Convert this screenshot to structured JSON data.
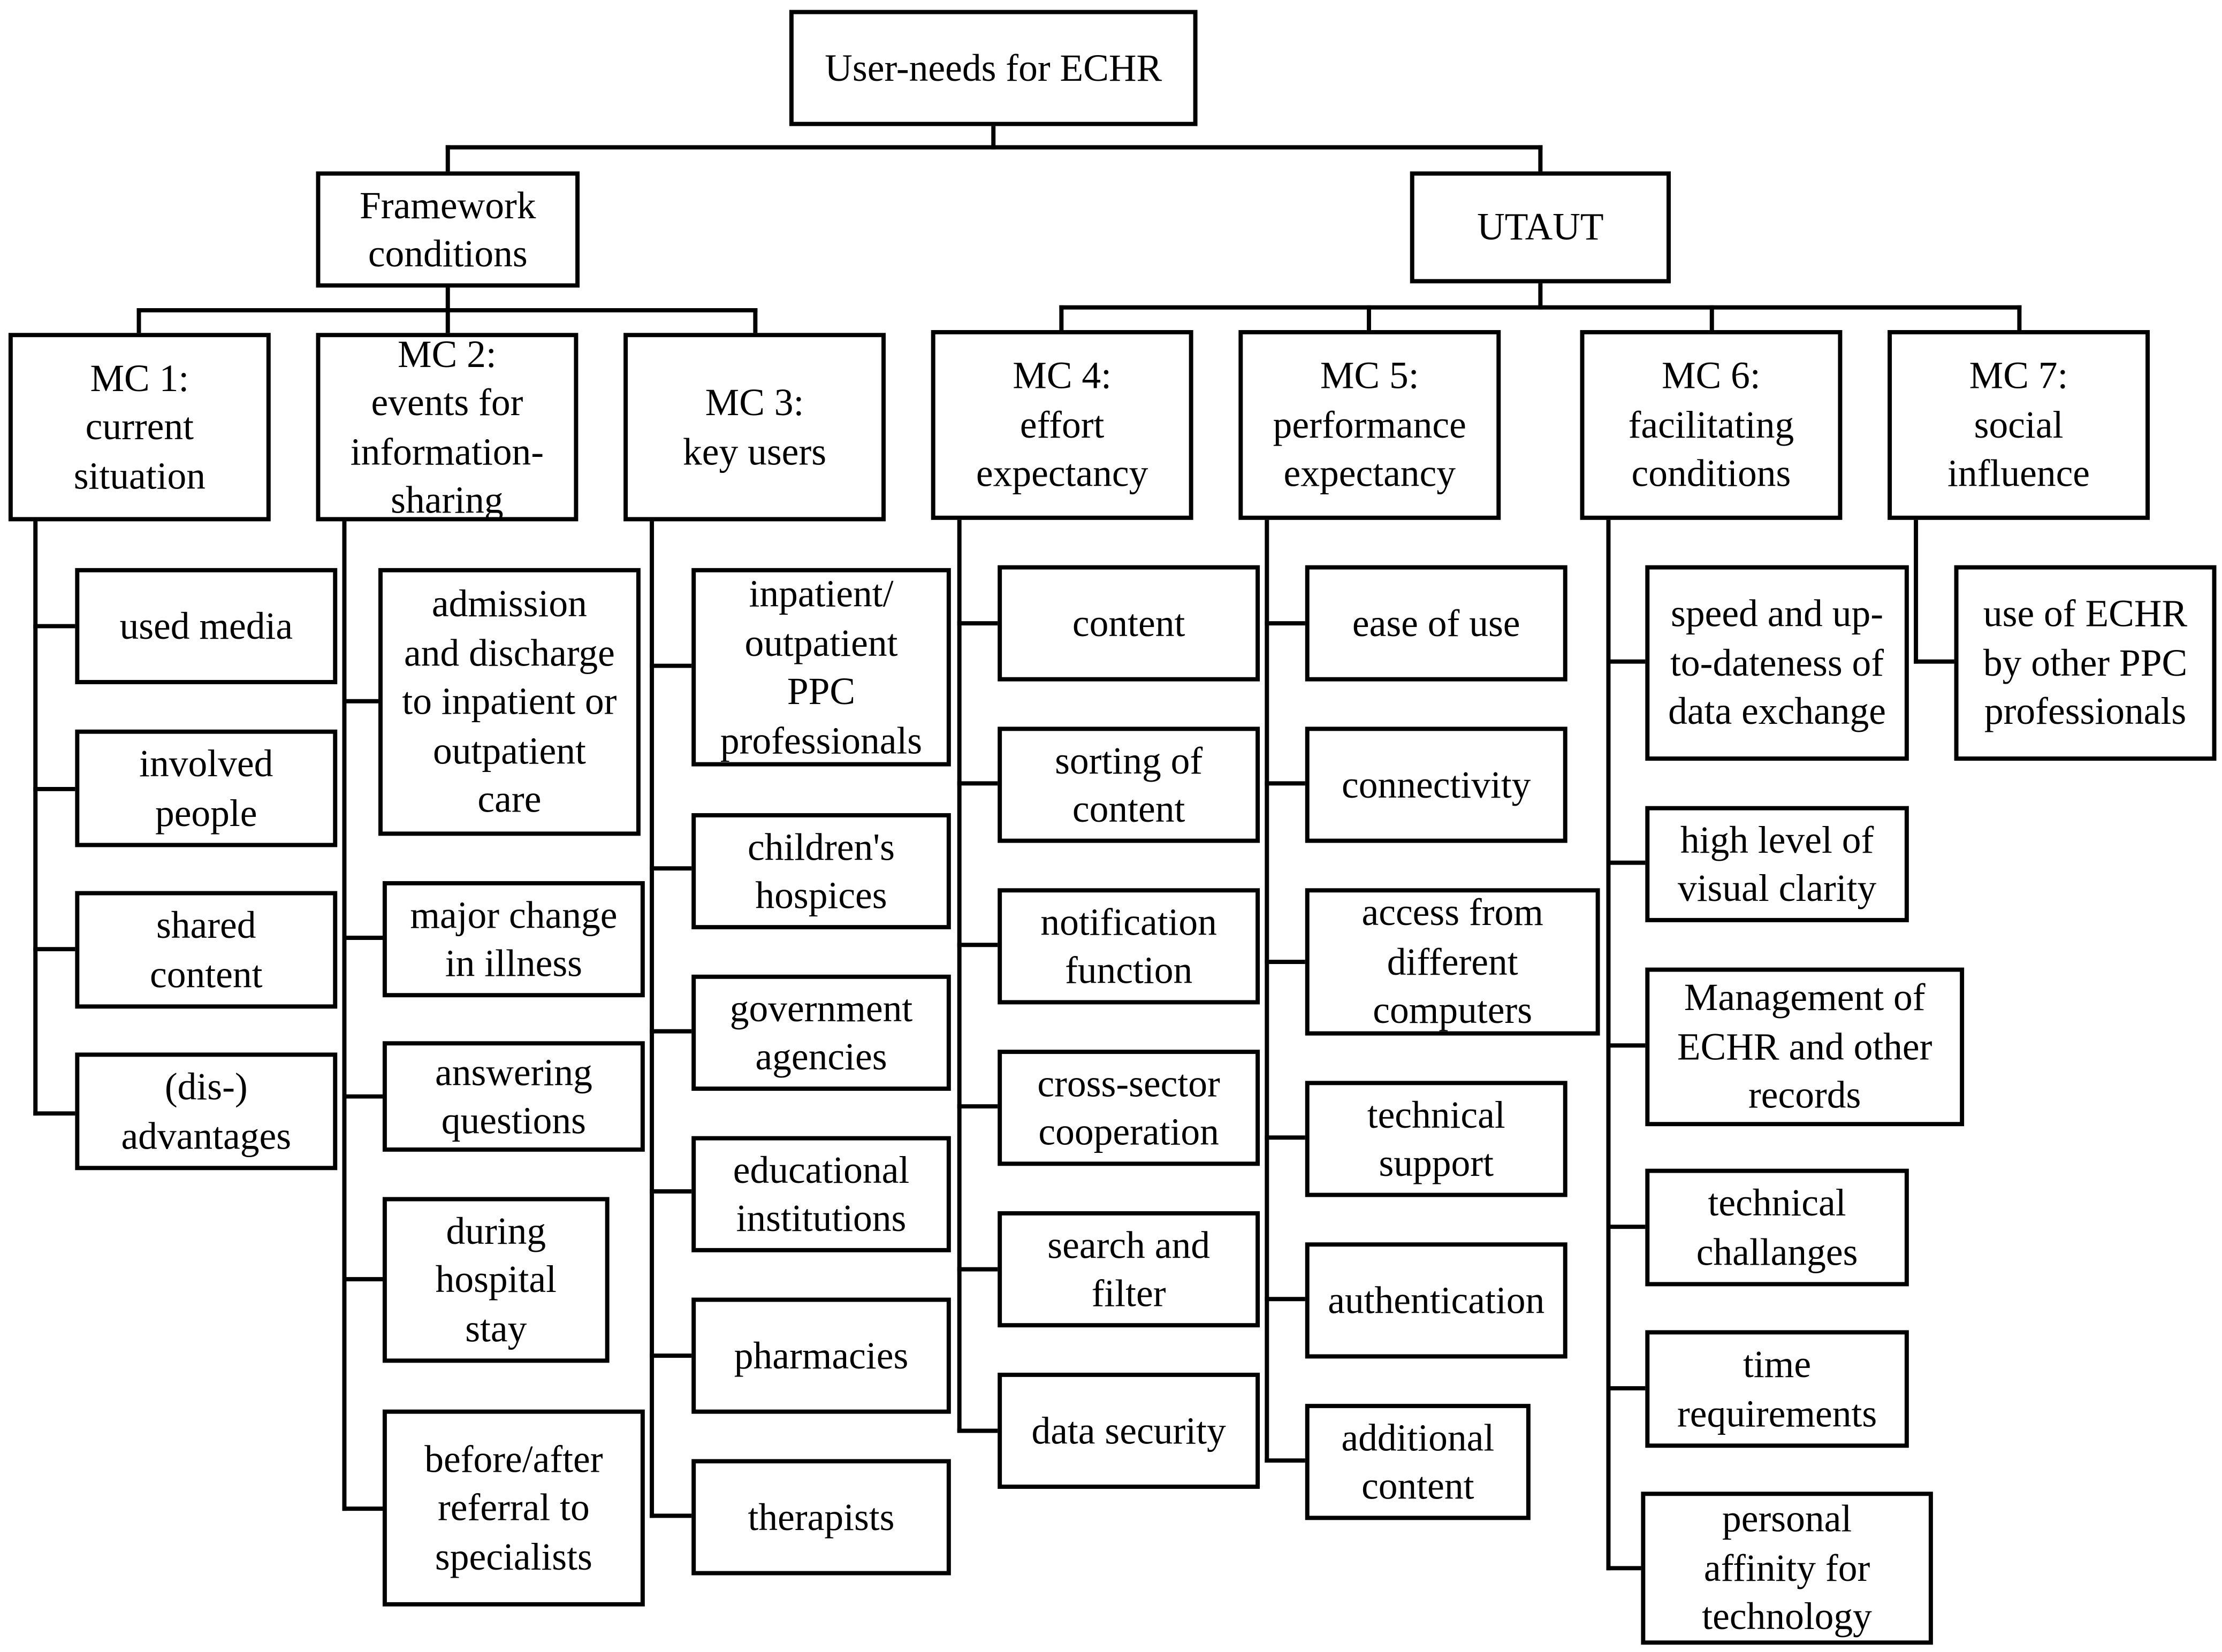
{
  "root": "User-needs for ECHR",
  "groups": {
    "framework": "Framework\nconditions",
    "utaut": "UTAUT"
  },
  "categories": {
    "mc1": {
      "title": "MC 1:\ncurrent\nsituation",
      "items": [
        "used media",
        "involved\npeople",
        "shared\ncontent",
        "(dis-)\nadvantages"
      ]
    },
    "mc2": {
      "title": "MC 2:\nevents for\ninformation-\nsharing",
      "items": [
        "admission\nand discharge\nto inpatient or\noutpatient\ncare",
        "major change\nin illness",
        "answering\nquestions",
        "during\nhospital\nstay",
        "before/after\nreferral to\nspecialists"
      ]
    },
    "mc3": {
      "title": "MC 3:\nkey users",
      "items": [
        "inpatient/\noutpatient\nPPC\nprofessionals",
        "children's\nhospices",
        "government\nagencies",
        "educational\ninstitutions",
        "pharmacies",
        "therapists"
      ]
    },
    "mc4": {
      "title": "MC 4:\neffort\nexpectancy",
      "items": [
        "content",
        "sorting of\ncontent",
        "notification\nfunction",
        "cross-sector\ncooperation",
        "search and\nfilter",
        "data security"
      ]
    },
    "mc5": {
      "title": "MC 5:\nperformance\nexpectancy",
      "items": [
        "ease of use",
        "connectivity",
        "access from\ndifferent\ncomputers",
        "technical\nsupport",
        "authentication",
        "additional\ncontent"
      ]
    },
    "mc6": {
      "title": "MC 6:\nfacilitating\nconditions",
      "items": [
        "speed and up-\nto-dateness of\ndata exchange",
        "high level of\nvisual clarity",
        "Management of\nECHR and other\nrecords",
        "technical\nchallanges",
        "time\nrequirements",
        "personal\naffinity for\ntechnology"
      ]
    },
    "mc7": {
      "title": "MC 7:\nsocial\ninfluence",
      "items": [
        "use of ECHR\nby other PPC\nprofessionals"
      ]
    }
  }
}
